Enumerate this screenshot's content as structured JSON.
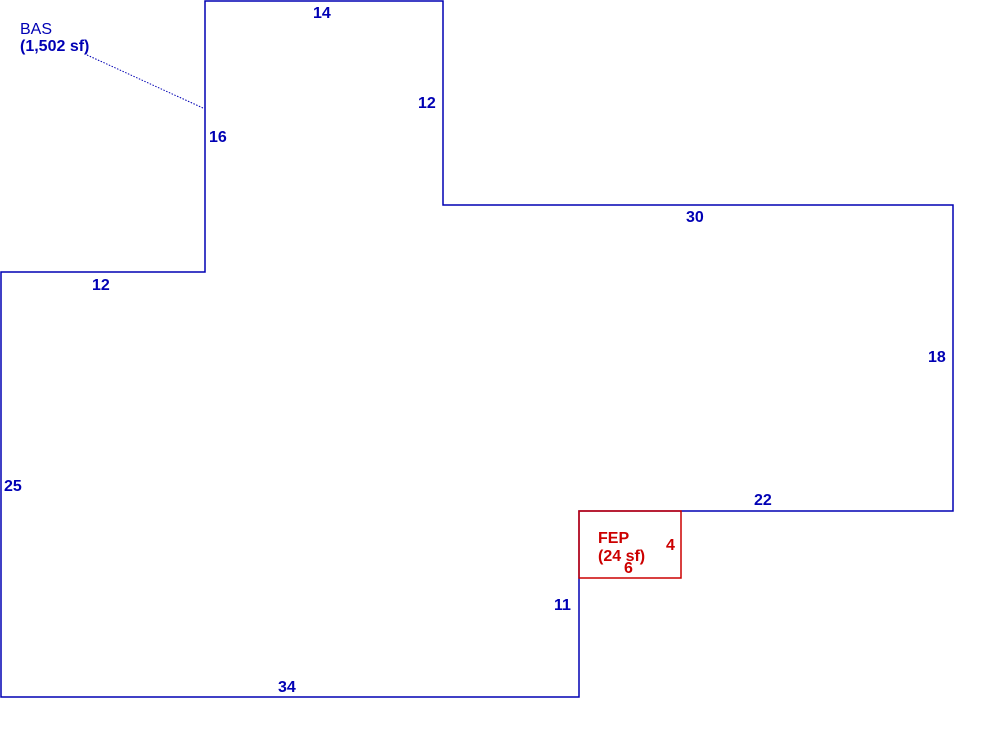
{
  "colors": {
    "main": "#0000b4",
    "porch": "#cc0000",
    "background": "#ffffff"
  },
  "areas": {
    "bas": {
      "code": "BAS",
      "area": "(1,502 sf)"
    },
    "fep": {
      "code": "FEP",
      "area": "(24 sf)"
    }
  },
  "dimensions": {
    "top": "14",
    "upper_right_vertical": "12",
    "left_upper_vertical": "16",
    "mid_top": "30",
    "left_step": "12",
    "right_vertical": "18",
    "left_vertical": "25",
    "lower_step": "22",
    "inner_vertical": "11",
    "bottom": "34",
    "fep_right": "4",
    "fep_bottom": "6"
  }
}
